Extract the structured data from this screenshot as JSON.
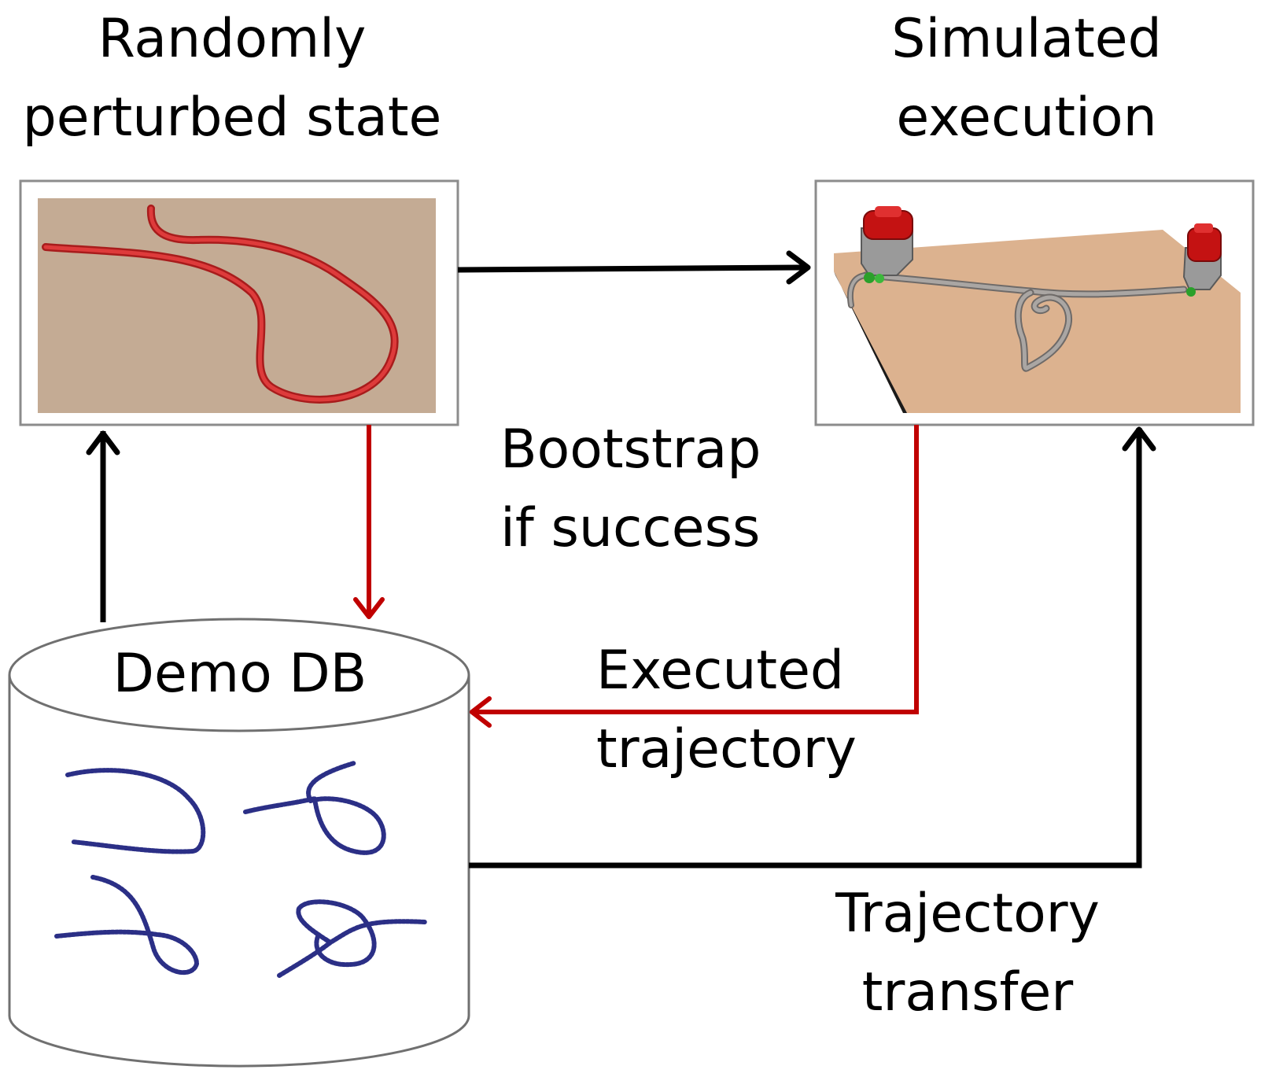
{
  "labels": {
    "perturbed": [
      "Randomly",
      "perturbed state"
    ],
    "simulated": [
      "Simulated",
      "execution"
    ],
    "bootstrap": [
      "Bootstrap",
      "if success"
    ],
    "executed": [
      "Executed",
      "trajectory"
    ],
    "transfer": [
      "Trajectory",
      "transfer"
    ],
    "database": "Demo DB"
  },
  "colors": {
    "black_arrow": "#000000",
    "red_arrow": "#c00000",
    "panel_border": "#8c8c8c",
    "table_top_view": "#c4ab94",
    "table_3d": "#dcb28f",
    "rope_red": "#d42a2a",
    "rope_gray": "#8e8a88",
    "gripper_red": "#c41212",
    "gripper_gray": "#9a9a9a",
    "gripper_green": "#2aa02a",
    "demo_rope_blue": "#2b2f86"
  },
  "icons": {
    "perturbed_image": "red-rope-top-view",
    "simulation_image": "robot-grippers-tying-knot",
    "database": "cylinder-database-icon",
    "demos": "blue-point-cloud-rope-demos"
  }
}
